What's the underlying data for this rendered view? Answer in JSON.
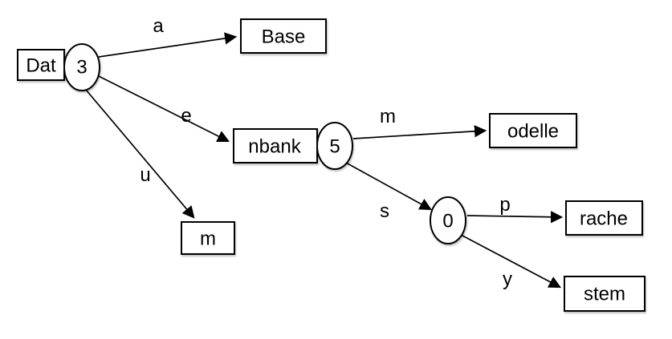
{
  "diagram": {
    "kind": "trie",
    "colors": {
      "stroke": "#000000",
      "fill": "#ffffff",
      "background": "#ffffff"
    },
    "nodes": [
      {
        "label": "Dat",
        "count": "3"
      },
      {
        "label": "Base"
      },
      {
        "label": "nbank",
        "count": "5"
      },
      {
        "label": "m"
      },
      {
        "label": "odelle"
      },
      {
        "count": "0"
      },
      {
        "label": "rache"
      },
      {
        "label": "stem"
      }
    ],
    "edges": [
      {
        "label": "a"
      },
      {
        "label": "e"
      },
      {
        "label": "u"
      },
      {
        "label": "m"
      },
      {
        "label": "s"
      },
      {
        "label": "p"
      },
      {
        "label": "y"
      }
    ]
  }
}
